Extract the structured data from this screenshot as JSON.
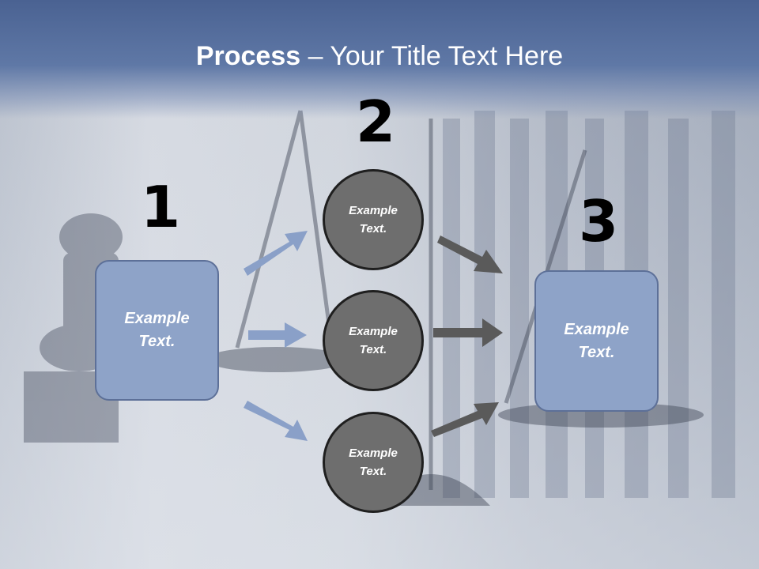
{
  "title": {
    "bold": "Process",
    "rest": " – Your Title Text Here"
  },
  "steps": [
    {
      "number": "1"
    },
    {
      "number": "2"
    },
    {
      "number": "3"
    }
  ],
  "left_box": {
    "text_line1": "Example",
    "text_line2": "Text."
  },
  "circles": [
    {
      "text_line1": "Example",
      "text_line2": "Text."
    },
    {
      "text_line1": "Example",
      "text_line2": "Text."
    },
    {
      "text_line1": "Example",
      "text_line2": "Text."
    }
  ],
  "right_box": {
    "text_line1": "Example",
    "text_line2": "Text."
  },
  "colors": {
    "title_band": "#5a72a0",
    "box_fill": "#8ea3c8",
    "circle_fill": "#6e6e6e",
    "left_arrows": "#8aa0c8",
    "right_arrows": "#5a5a5a"
  }
}
